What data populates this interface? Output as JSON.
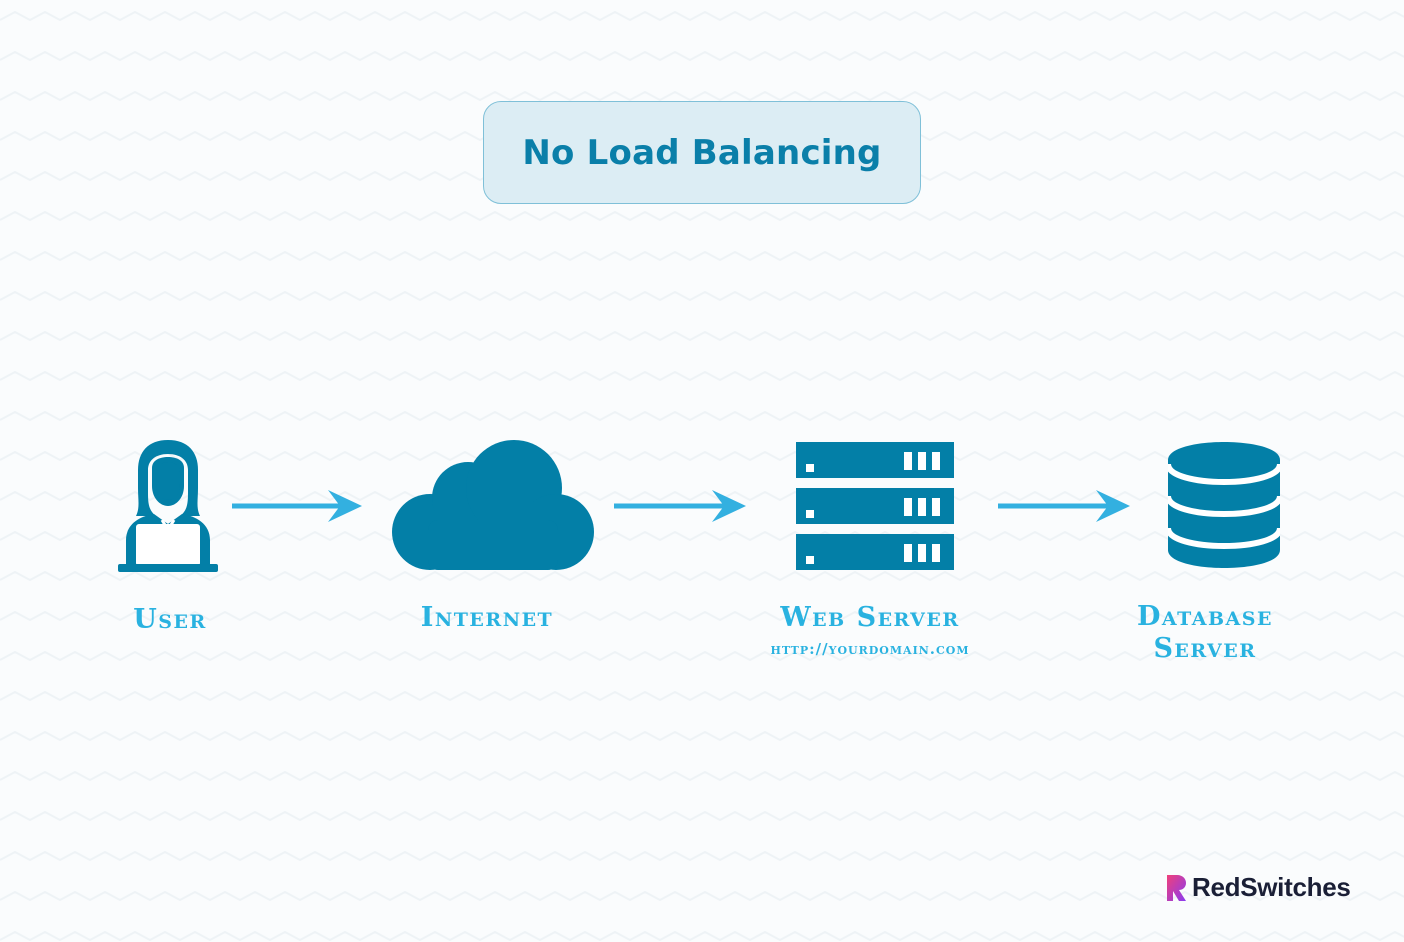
{
  "title": "No Load Balancing",
  "nodes": [
    {
      "id": "user",
      "label": "User"
    },
    {
      "id": "internet",
      "label": "Internet"
    },
    {
      "id": "web-server",
      "label": "Web Server",
      "sublabel": "http://yourdomain.com"
    },
    {
      "id": "database-server",
      "label_line1": "Database",
      "label_line2": "Server"
    }
  ],
  "brand": {
    "name": "RedSwitches"
  },
  "colors": {
    "icon": "#037fa7",
    "arrow": "#33b0e0",
    "label": "#29b2e0",
    "title_text": "#0a7fa9",
    "title_bg": "#dcedf4",
    "title_border": "#7fc0d8"
  },
  "icons": [
    "user-laptop-icon",
    "cloud-icon",
    "server-rack-icon",
    "database-icon",
    "arrow-right-icon",
    "redswitches-logo-icon"
  ]
}
